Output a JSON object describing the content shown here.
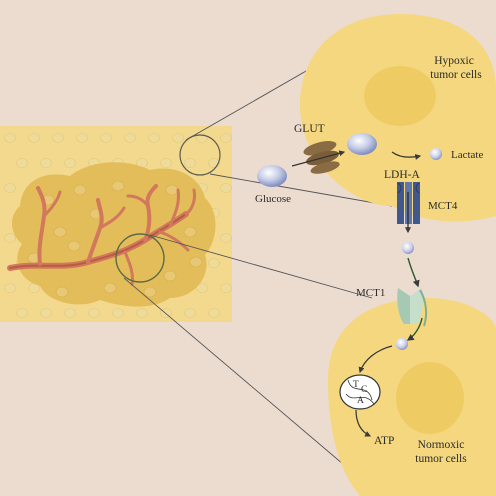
{
  "labels": {
    "hypoxic_line1": "Hypoxic",
    "hypoxic_line2": "tumor cells",
    "glut": "GLUT",
    "lactate": "Lactate",
    "ldh_a": "LDH-A",
    "glucose": "Glucose",
    "mct4": "MCT4",
    "mct1": "MCT1",
    "tca_t": "T",
    "tca_c": "C",
    "tca_a": "A",
    "atp": "ATP",
    "normoxic_line1": "Normoxic",
    "normoxic_line2": "tumor cells"
  },
  "colors": {
    "background": "#ecdcd0",
    "cell_fill": "#f4d77f",
    "nucleus_fill": "#efcb63",
    "tissue_fill": "#f2d98e",
    "hypoxic_zone": "#e3bd5a",
    "vessel": "#d1785d",
    "transporter_blue": "#41588c",
    "transporter_green": "#a6c9b3",
    "glut_brown": "#8a6c44",
    "molecule": "#b9c0df"
  }
}
